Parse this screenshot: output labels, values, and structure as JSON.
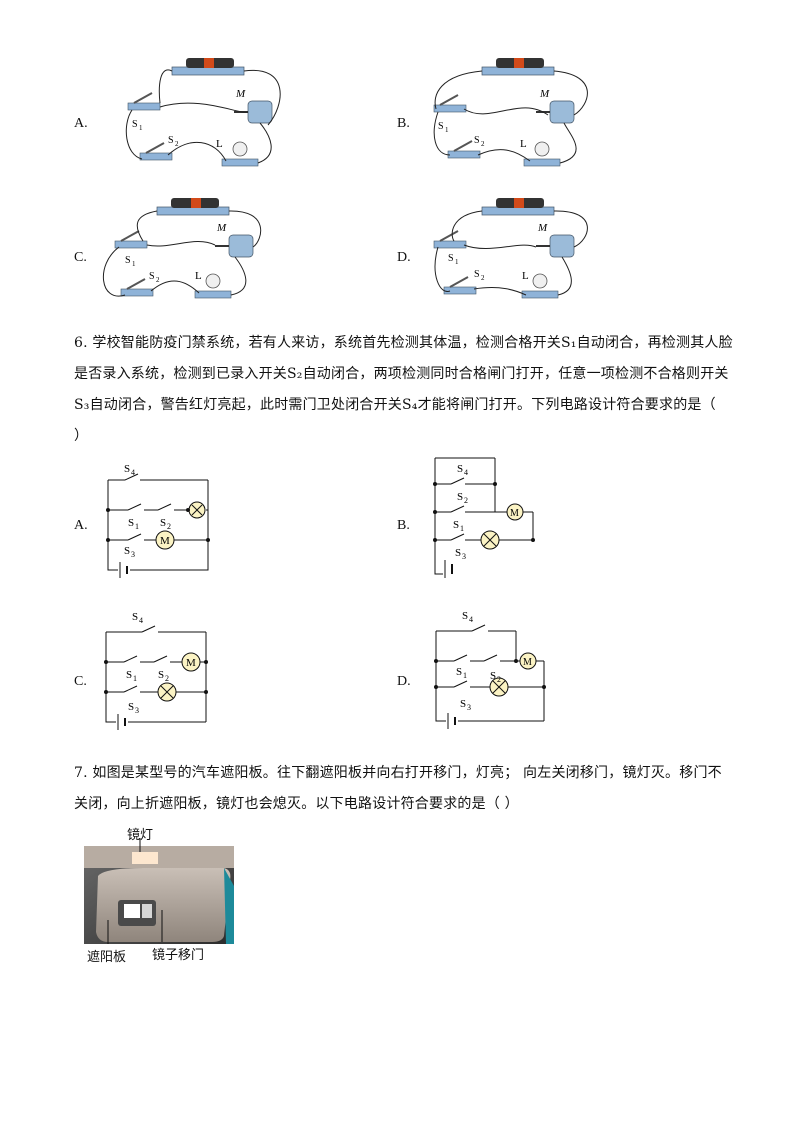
{
  "q5": {
    "options": [
      {
        "letter": "A."
      },
      {
        "letter": "B."
      },
      {
        "letter": "C."
      },
      {
        "letter": "D."
      }
    ],
    "labels": {
      "m": "M",
      "l": "L",
      "s1": "S",
      "s2": "S",
      "s1_sub": "1",
      "s2_sub": "2"
    }
  },
  "q6": {
    "text_line1": "6. 学校智能防疫门禁系统，若有人来访，系统首先检测其体温，检测合格开关S₁自动闭合，再检测其人脸",
    "text_line2": "是否录入系统，检测到已录入开关S₂自动闭合，两项检测同时合格闸门打开，任意一项检测不合格则开关",
    "text_line3": "S₃自动闭合，警告红灯亮起，此时需门卫处闭合开关S₄才能将闸门打开。下列电路设计符合要求的是（",
    "text_line4": "）",
    "options": [
      {
        "letter": "A."
      },
      {
        "letter": "B."
      },
      {
        "letter": "C."
      },
      {
        "letter": "D."
      }
    ],
    "labels": {
      "s": "S",
      "s1": "1",
      "s2": "2",
      "s3": "3",
      "s4": "4",
      "motor": "M"
    }
  },
  "q7": {
    "text_line1": "7. 如图是某型号的汽车遮阳板。往下翻遮阳板并向右打开移门，灯亮；  向左关闭移门，镜灯灭。移门不",
    "text_line2": "关闭，向上折遮阳板，镜灯也会熄灭。以下电路设计符合要求的是（        ）",
    "photo": {
      "label_lamp": "镜灯",
      "label_visor": "遮阳板",
      "label_door": "镜子移门"
    }
  }
}
